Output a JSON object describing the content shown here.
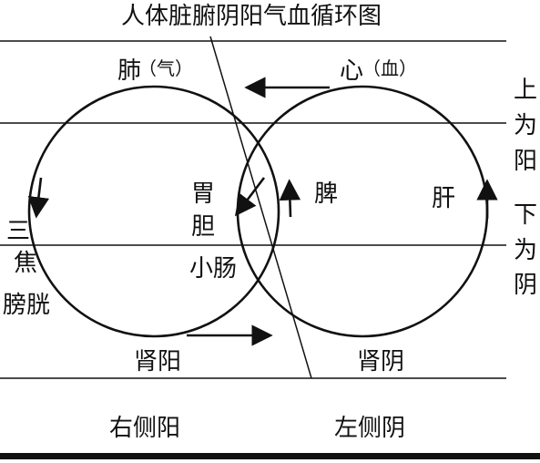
{
  "title": "人体脏腑阴阳气血循环图",
  "organs": {
    "lung": "肺",
    "lung_note": "（气）",
    "heart": "心",
    "heart_note": "（血）",
    "stomach": "胃",
    "gallbladder": "胆",
    "spleen": "脾",
    "liver": "肝",
    "small_intestine": "小肠",
    "kidney_yang": "肾阳",
    "kidney_yin": "肾阴",
    "sanjiao_1": "三",
    "sanjiao_2": "焦",
    "bladder": "膀胱"
  },
  "side_labels": {
    "upper_1": "上",
    "upper_2": "为",
    "upper_3": "阳",
    "lower_1": "下",
    "lower_2": "为",
    "lower_3": "阴"
  },
  "bottom_labels": {
    "right_yang": "右侧阳",
    "left_yin": "左侧阴"
  },
  "colors": {
    "line": "#111111",
    "background": "#ffffff"
  }
}
